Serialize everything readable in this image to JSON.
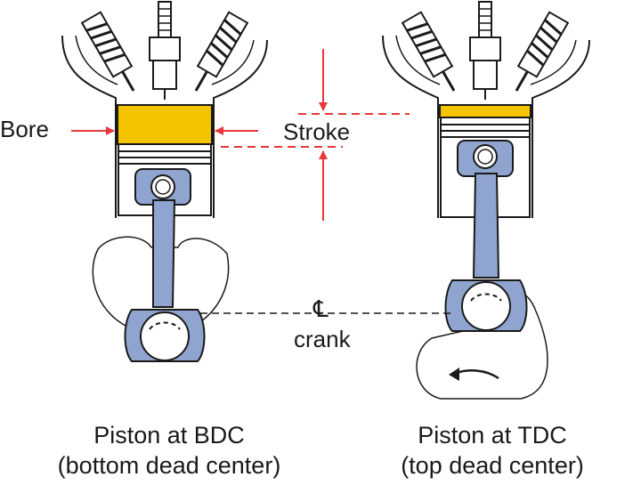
{
  "labels": {
    "bore": "Bore",
    "stroke": "Stroke",
    "centerline_symbol": "℄",
    "crank": "crank"
  },
  "captions": {
    "bdc_line1": "Piston at BDC",
    "bdc_line2": "(bottom dead center)",
    "tdc_line1": "Piston at TDC",
    "tdc_line2": "(top dead center)"
  },
  "colors": {
    "combustion_chamber": "#f5c400",
    "rod": "#8fa5cf",
    "arrow": "#e8383a",
    "outline": "#1a1a1a",
    "piston": "#ffffff"
  }
}
